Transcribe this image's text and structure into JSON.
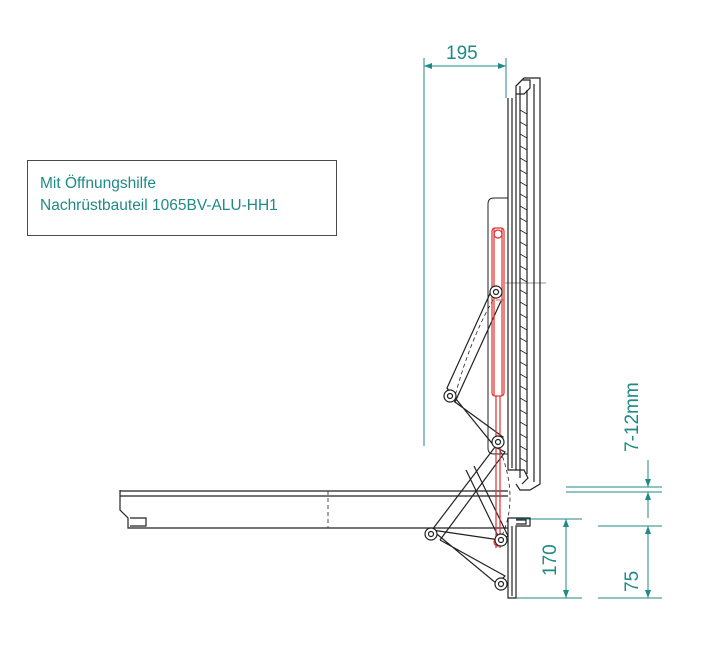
{
  "label": {
    "line1": "Mit Öffnungshilfe",
    "line2": "Nachrüstbauteil 1065BV-ALU-HH1"
  },
  "dimensions": {
    "top_width": "195",
    "gap": "7-12mm",
    "height_left": "170",
    "height_right": "75"
  },
  "colors": {
    "dimension": "#1f8a87",
    "outline": "#222222",
    "gas_spring": "#e03030"
  }
}
